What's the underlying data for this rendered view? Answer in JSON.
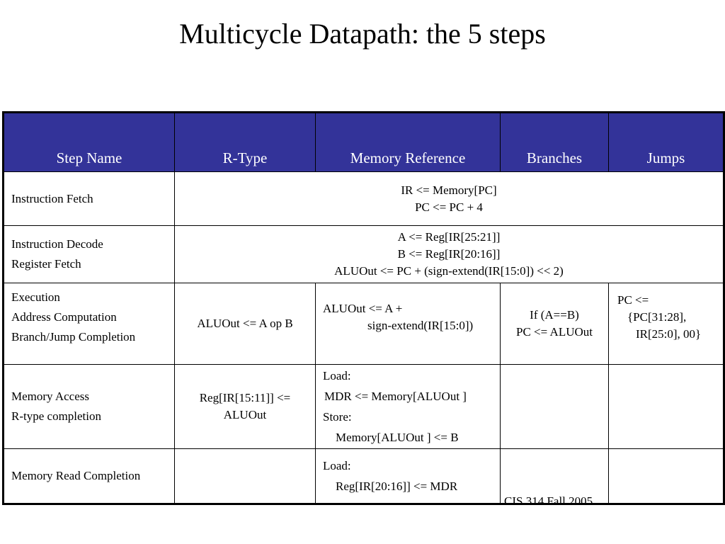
{
  "slide": {
    "title": "Multicycle Datapath:  the 5 steps",
    "footer": "CIS 314 Fall 2005"
  },
  "table": {
    "headers": [
      "Step Name",
      "R-Type",
      "Memory Reference",
      "Branches",
      "Jumps"
    ],
    "rows": {
      "fetch": {
        "name": "Instruction Fetch",
        "all": [
          "IR <= Memory[PC]",
          "PC <= PC + 4"
        ]
      },
      "decode": {
        "name": [
          "Instruction Decode",
          "Register Fetch"
        ],
        "all": [
          "A <= Reg[IR[25:21]]",
          "B <= Reg[IR[20:16]]",
          "ALUOut <= PC + (sign-extend(IR[15:0]) << 2)"
        ]
      },
      "execution": {
        "name": [
          "Execution",
          "Address Computation",
          "Branch/Jump Completion"
        ],
        "rtype": "ALUOut <= A op B",
        "memref": [
          "ALUOut <= A +",
          "sign-extend(IR[15:0])"
        ],
        "branches": [
          "If (A==B)",
          "PC <= ALUOut"
        ],
        "jumps": [
          "PC <=",
          "{PC[31:28],",
          "IR[25:0], 00}"
        ]
      },
      "memaccess": {
        "name": [
          "Memory Access",
          "R-type completion"
        ],
        "rtype": [
          "Reg[IR[15:11]] <=",
          "ALUOut"
        ],
        "memref": [
          "Load:",
          "MDR <= Memory[ALUOut ]",
          "Store:",
          "Memory[ALUOut ] <= B"
        ]
      },
      "memread": {
        "name": "Memory Read Completion",
        "memref": [
          "Load:",
          "Reg[IR[20:16]] <= MDR"
        ]
      }
    }
  }
}
